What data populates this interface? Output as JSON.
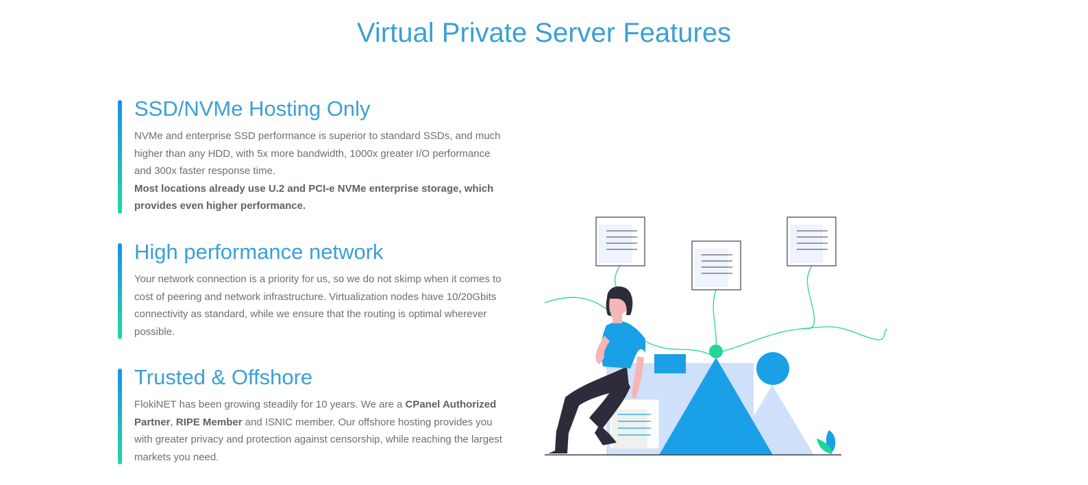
{
  "page": {
    "title": "Virtual Private Server Features"
  },
  "features": [
    {
      "title": "SSD/NVMe Hosting Only",
      "text_normal": "NVMe and enterprise SSD performance is superior to standard SSDs, and much higher than any HDD, with 5x more bandwidth, 1000x greater I/O performance and 300x faster response time.",
      "text_bold": "Most locations already use U.2 and PCI-e NVMe enterprise storage, which provides even higher performance."
    },
    {
      "title": "High performance network",
      "text": "Your network connection is a priority for us, so we do not skimp when it comes to cost of peering and network infrastructure. Virtualization nodes have 10/20Gbits connectivity as standard, while we ensure that the routing is optimal wherever possible."
    },
    {
      "title": "Trusted & Offshore",
      "text_part1": "FlokiNET has been growing steadily for 10 years. We are a ",
      "text_bold1": "CPanel Authorized Partner",
      "text_part2": ", ",
      "text_bold2": "RIPE Member",
      "text_part3": " and ISNIC member. Our offshore hosting provides you with greater privacy and protection against censorship, while reaching the largest markets you need."
    }
  ],
  "colors": {
    "accent": "#3a9fd6",
    "bar_top": "#1a8ff0",
    "bar_bottom": "#20d8a0",
    "body_text": "#6a6e76",
    "illustration_blue": "#1aa0e6",
    "illustration_green": "#1fd59a",
    "illustration_light": "#cfe0fb"
  },
  "illustration": {
    "icon": "server-woman-illustration"
  }
}
